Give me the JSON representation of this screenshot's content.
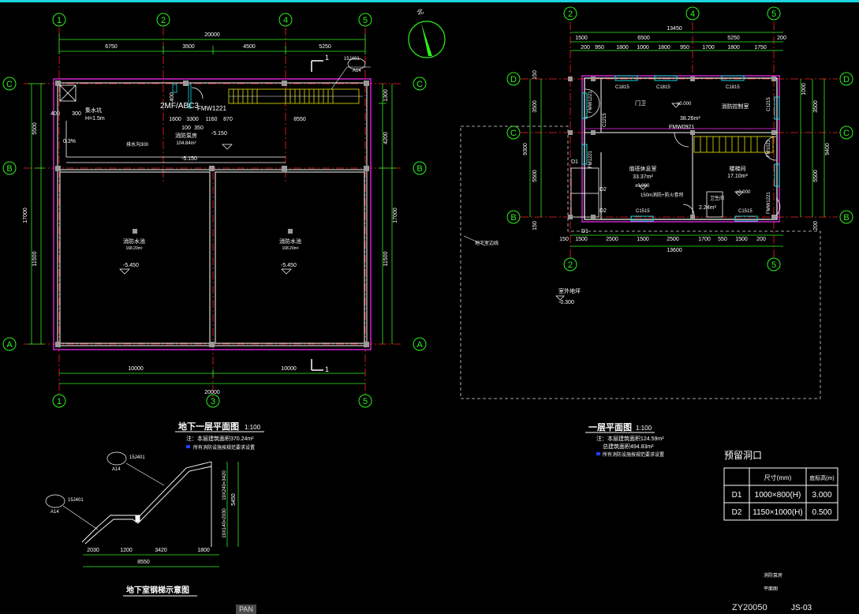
{
  "axes": {
    "b1": {
      "top": [
        "1",
        "2",
        "4",
        "5"
      ],
      "bottom": [
        "1",
        "3",
        "5"
      ],
      "left": [
        "C",
        "B",
        "A"
      ],
      "right": [
        "C",
        "B",
        "A"
      ]
    },
    "f1": {
      "top": [
        "2",
        "4",
        "5"
      ],
      "bottom": [
        "2",
        "5"
      ],
      "left": [
        "D",
        "C",
        "B"
      ],
      "right": [
        "D",
        "C",
        "B"
      ]
    }
  },
  "b1_dims": {
    "top_total": "20000",
    "top_parts": [
      "6750",
      "3500",
      "4500",
      "5250"
    ],
    "bottom_total": "20000",
    "bottom_parts": [
      "10000",
      "10000"
    ],
    "left": [
      "5500",
      "11500",
      "17000"
    ],
    "right": [
      "1300",
      "4200",
      "11500",
      "17000"
    ],
    "inner_h": [
      "1600",
      "3300",
      "1160",
      "870",
      "8550"
    ],
    "inner_small": [
      "100",
      "350",
      "400",
      "300",
      "400"
    ]
  },
  "b1_labels": {
    "room_pump": "消防泵房",
    "room_pump_area": "104.84m²",
    "equip": "2MF/ABC3",
    "door": "FMW1221",
    "pit": "集水坑",
    "pit_h": "H=1.5m",
    "slope": "0.3%",
    "drain": "排水沟300",
    "level_pump": "-5.150",
    "level_a": "-5.450",
    "level_b": "-5.450",
    "tank_a": "消防水池",
    "tank_a_area": "168.20m²",
    "tank_b": "消防水池",
    "tank_b_area": "168.20m²",
    "cut": "1",
    "cut_ref": "15J401",
    "cut_sheet": "A14",
    "level_mid": "-5.150"
  },
  "b1_title": {
    "title": "地下一层平面图",
    "scale": "1:100",
    "note1": "注：本层建筑面积370.24m²",
    "note2": "所有消防设施按规范要求设置"
  },
  "stair": {
    "title": "地下室钢梯示意图",
    "dims_bottom": [
      "2030",
      "1200",
      "3420",
      "1800"
    ],
    "total": "8550",
    "dims_right": [
      "5450"
    ],
    "side_note1": "19X240=3420",
    "side_note2": "19X140=2030",
    "ref1": "15J401",
    "ref1_sheet": "A14",
    "ref2": "15J401",
    "ref2_sheet": "A14"
  },
  "f1_dims": {
    "top_total": "13450",
    "top_parts": [
      "1500",
      "6500",
      "5250",
      "200"
    ],
    "top_sub": [
      "200",
      "950",
      "1800",
      "1000",
      "1800",
      "950",
      "1700",
      "1800",
      "1750"
    ],
    "bottom_total": "13600",
    "bottom_parts": [
      "150",
      "1500",
      "2500",
      "1500",
      "2500",
      "1700",
      "550",
      "1500",
      "200"
    ],
    "left": [
      "150",
      "3500",
      "9300",
      "5500",
      "150"
    ],
    "right": [
      "1000",
      "3500",
      "9400",
      "5500",
      "200"
    ]
  },
  "f1_labels": {
    "room1": "门卫",
    "room1_level": "±0.000",
    "room2": "消防控制室",
    "room2_area": "38.26m²",
    "room3": "值班休息室",
    "room3_area": "33.37m²",
    "room3_level": "±0.000",
    "room4": "楼梯间",
    "room4_area": "17.10m²",
    "room4_level": "±0.000",
    "room5": "卫生间",
    "room5_area": "2.24m²",
    "win1": "C1815",
    "win2": "C1815",
    "win3": "C1815",
    "win4": "C1515",
    "win5": "C1515",
    "win6": "C1215",
    "win7": "C1215",
    "door1": "FMW0921",
    "door2": "FMW1221",
    "door3": "FMW1221",
    "door4": "FM1221",
    "door5": "FM1021",
    "d1": "D1",
    "d2": "D2",
    "note_fire": "150m消防+防火卷帘",
    "outside": "室外地坪",
    "outside_level": "-0.300",
    "boundary": "地下室边线"
  },
  "f1_title": {
    "title": "一层平面图",
    "scale": "1:100",
    "note1": "注：本层建筑面积124.59m²",
    "note2": "总建筑面积494.83m²",
    "note3": "所有消防设施按规范要求设置"
  },
  "openings": {
    "title": "预留洞口",
    "headers": [
      "尺寸(mm)",
      "底标高(m)"
    ],
    "rows": [
      {
        "id": "D1",
        "size": "1000×800(H)",
        "level": "3.000"
      },
      {
        "id": "D2",
        "size": "1150×1000(H)",
        "level": "0.500"
      }
    ]
  },
  "titleblock": {
    "project": "消防泵房",
    "drawing": "平面图",
    "code": "ZY20050",
    "sheet": "JS-03"
  },
  "status": {
    "pan": "PAN"
  },
  "north": {
    "label": "北"
  },
  "colors": {
    "grid": "#2cf21c",
    "wall": "#ffffff",
    "magenta": "#ff2dff",
    "red": "#ff2020",
    "cyan": "#19d6e0",
    "yellow": "#e8e400",
    "bg": "#000000"
  }
}
